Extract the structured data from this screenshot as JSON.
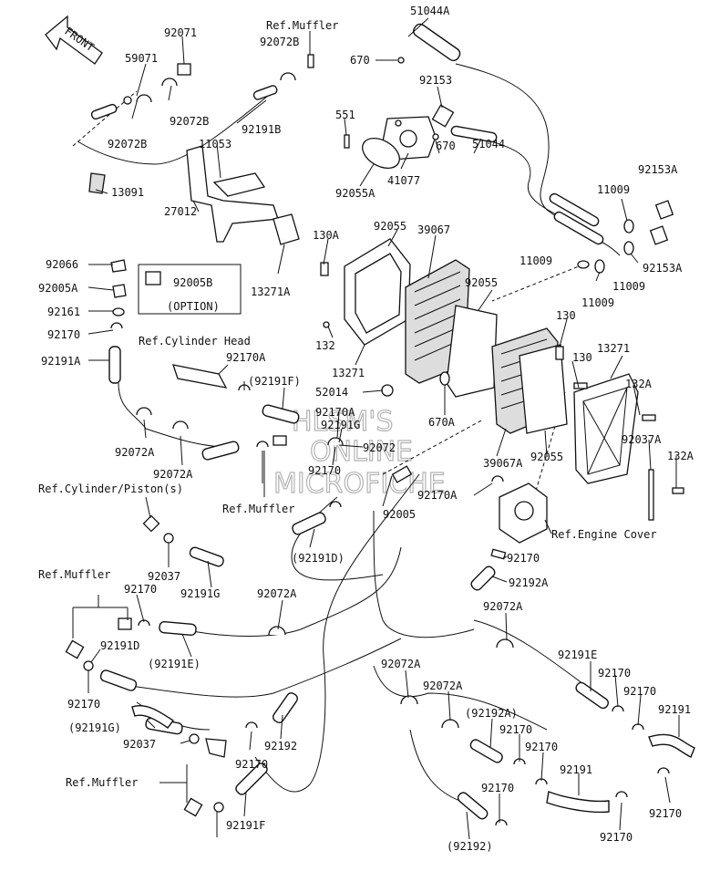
{
  "front_arrow": "FRONT",
  "option_box": {
    "part": "92005B",
    "caption": "(OPTION)"
  },
  "watermark": [
    "HLSM'S",
    "ONLINE",
    "MICROFICHE"
  ],
  "labels": [
    "51044A",
    "Ref.Muffler",
    "92071",
    "92072B",
    "59071",
    "670",
    "92153",
    "92072B",
    "92191B",
    "92072B",
    "551",
    "11053",
    "41077",
    "670",
    "51044",
    "92153A",
    "13091",
    "92055A",
    "11009",
    "27012",
    "92055",
    "39067",
    "130A",
    "11009",
    "92153A",
    "11009",
    "92066",
    "92005A",
    "92055",
    "11009",
    "92161",
    "13271A",
    "130",
    "92170",
    "132",
    "13271",
    "92191A",
    "Ref.Cylinder Head",
    "92170A",
    "130",
    "13271",
    "132A",
    "(92191F)",
    "52014",
    "92170A",
    "92191G",
    "670A",
    "92037A",
    "92072",
    "39067A",
    "92055",
    "132A",
    "92072A",
    "92072A",
    "92170",
    "92170A",
    "92005",
    "Ref.Cylinder/Piston(s)",
    "Ref.Muffler",
    "Ref.Engine Cover",
    "92037",
    "(92191D)",
    "92170",
    "92191G",
    "92192A",
    "Ref.Muffler",
    "92170",
    "92072A",
    "92072A",
    "92191D",
    "(92191E)",
    "92191E",
    "92072A",
    "92072A",
    "92170",
    "92170",
    "92170",
    "92191",
    "(92191G)",
    "(92192A)",
    "92037",
    "92192",
    "92170",
    "92170",
    "Ref.Muffler",
    "92191",
    "92170",
    "92191F",
    "92170",
    "92170",
    "(92192)",
    "92170"
  ]
}
